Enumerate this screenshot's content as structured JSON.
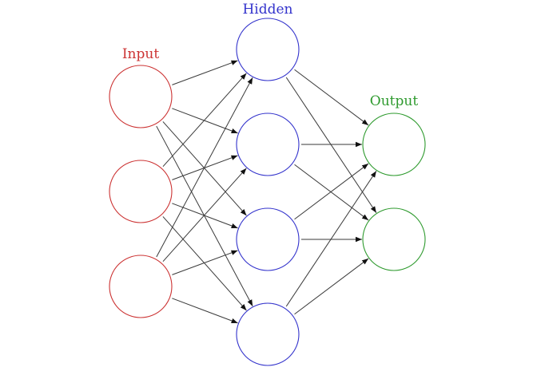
{
  "diagram": {
    "layers": [
      {
        "id": "input",
        "label": "Input",
        "color": "#cc3333",
        "nodes": 3
      },
      {
        "id": "hidden",
        "label": "Hidden",
        "color": "#3333cc",
        "nodes": 4
      },
      {
        "id": "output",
        "label": "Output",
        "color": "#2e9a2e",
        "nodes": 2
      }
    ],
    "connections": "fully-connected",
    "edge_color": "#3a3a3a"
  }
}
